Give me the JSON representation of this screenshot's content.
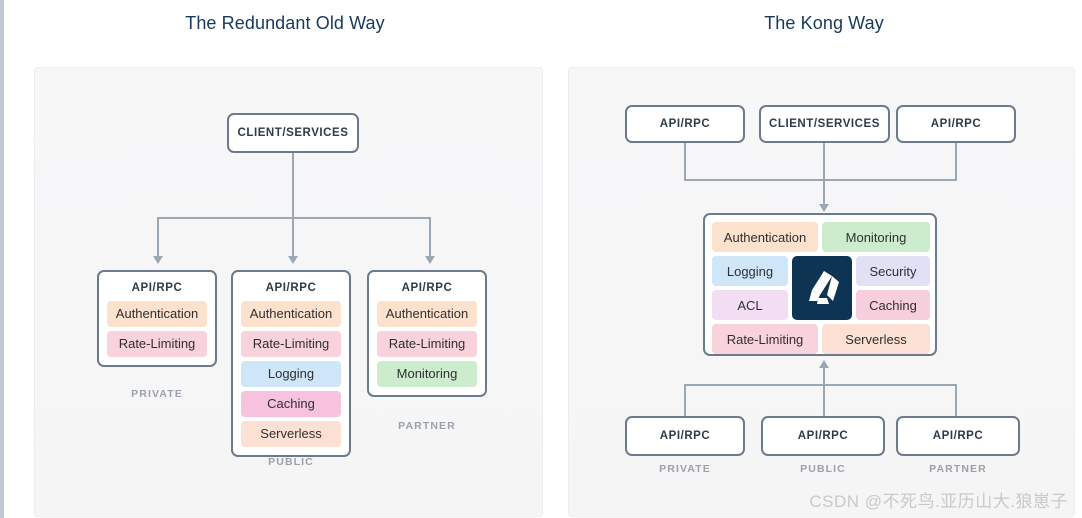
{
  "panels": {
    "left": {
      "title": "The Redundant Old Way",
      "root": {
        "label": "CLIENT/SERVICES"
      },
      "columns": [
        {
          "title": "API/RPC",
          "zone": "PRIVATE",
          "plugins": [
            {
              "label": "Authentication",
              "color": "#fce1cd"
            },
            {
              "label": "Rate-Limiting",
              "color": "#f9d3db"
            }
          ]
        },
        {
          "title": "API/RPC",
          "zone": "PUBLIC",
          "plugins": [
            {
              "label": "Authentication",
              "color": "#fce1cd"
            },
            {
              "label": "Rate-Limiting",
              "color": "#f9d3db"
            },
            {
              "label": "Logging",
              "color": "#cfe5f8"
            },
            {
              "label": "Caching",
              "color": "#f7c2de"
            },
            {
              "label": "Serverless",
              "color": "#fbe0d3"
            }
          ]
        },
        {
          "title": "API/RPC",
          "zone": "PARTNER",
          "plugins": [
            {
              "label": "Authentication",
              "color": "#fce1cd"
            },
            {
              "label": "Rate-Limiting",
              "color": "#f9d3db"
            },
            {
              "label": "Monitoring",
              "color": "#cdeccd"
            }
          ]
        }
      ]
    },
    "right": {
      "title": "The Kong Way",
      "top_boxes": [
        {
          "label": "API/RPC"
        },
        {
          "label": "CLIENT/SERVICES"
        },
        {
          "label": "API/RPC"
        }
      ],
      "kong": {
        "logo_name": "kong-logo",
        "logo_color": "#0d3553",
        "cells": [
          {
            "label": "Authentication",
            "color": "#fce1cd"
          },
          {
            "label": "Monitoring",
            "color": "#cdeccd"
          },
          {
            "label": "Logging",
            "color": "#cfe5f8"
          },
          {
            "label": "Security",
            "color": "#e2e0f5"
          },
          {
            "label": "ACL",
            "color": "#f2ddf2"
          },
          {
            "label": "Caching",
            "color": "#f7cedc"
          },
          {
            "label": "Rate-Limiting",
            "color": "#f9d3db"
          },
          {
            "label": "Serverless",
            "color": "#fbe0d3"
          }
        ]
      },
      "bottom_boxes": [
        {
          "label": "API/RPC",
          "zone": "PRIVATE"
        },
        {
          "label": "API/RPC",
          "zone": "PUBLIC"
        },
        {
          "label": "API/RPC",
          "zone": "PARTNER"
        }
      ]
    }
  },
  "watermark": "CSDN @不死鸟.亚历山大.狼崽子",
  "colors": {
    "title": "#16395c",
    "box_border": "#6b7a8d",
    "connector": "#9aa8b4",
    "zone_label": "#9aa1ab",
    "panel_bg": "#f6f6f7"
  }
}
